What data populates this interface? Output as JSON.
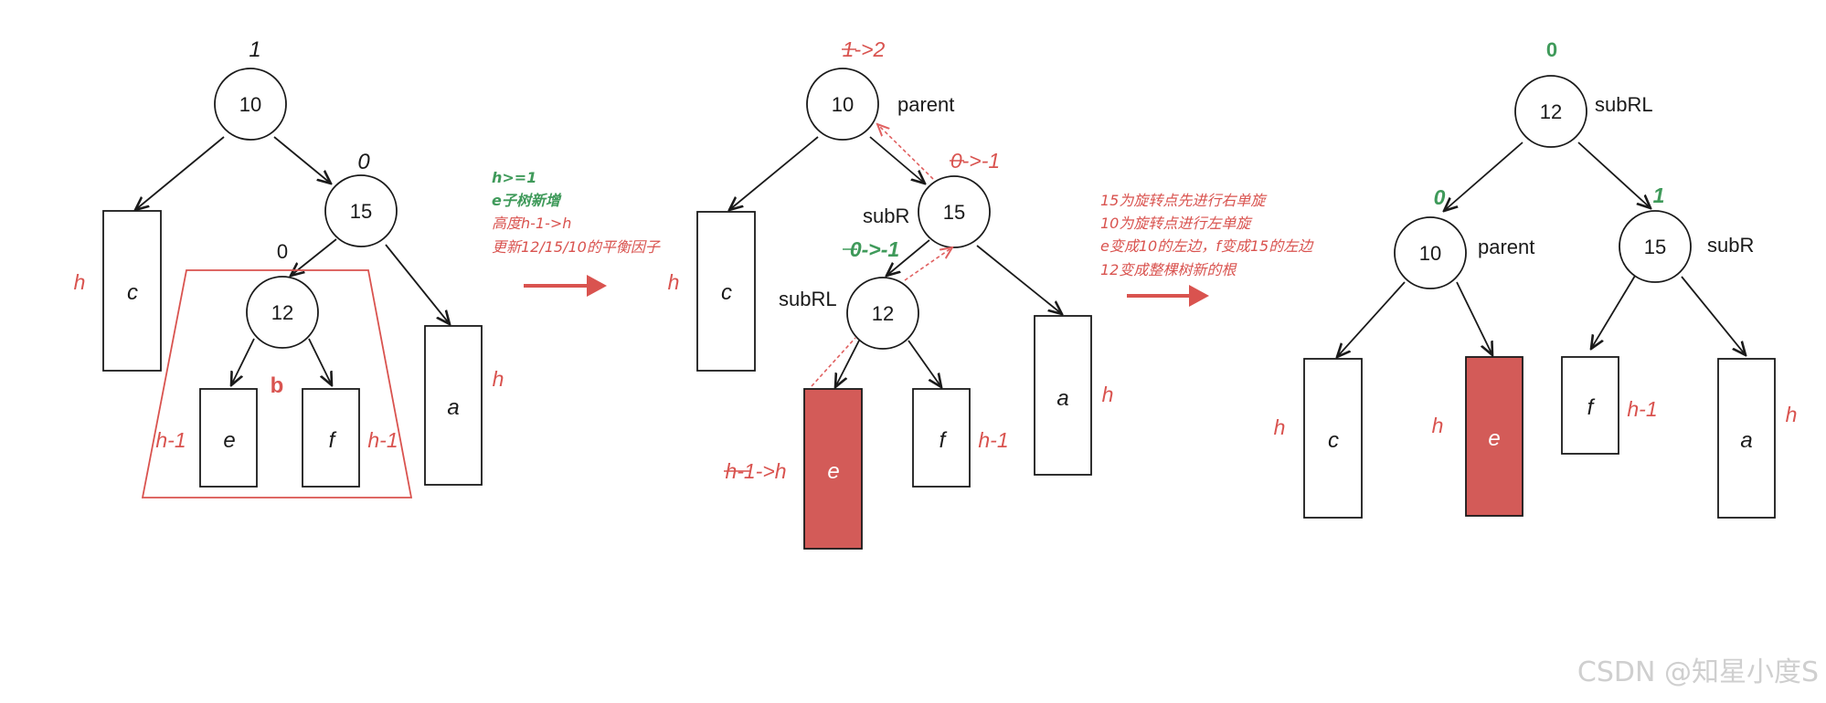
{
  "diagram1": {
    "bf_root": "1",
    "n10": "10",
    "bf_15": "0",
    "n15": "15",
    "bf_12": "0",
    "n12": "12",
    "c": "c",
    "h_c": "h",
    "e": "e",
    "f": "f",
    "h1_e": "h-1",
    "h1_f": "h-1",
    "b": "b",
    "a": "a",
    "h_a": "h"
  },
  "arrow1_notes": [
    "h>=1",
    "e子树新增",
    "高度h-1->h",
    "更新12/15/10的平衡因子"
  ],
  "diagram2": {
    "bf_root": "1->2",
    "n10": "10",
    "parent": "parent",
    "bf_15": "0->-1",
    "subR": "subR",
    "n15": "15",
    "bf_12": "0->-1",
    "subRL": "subRL",
    "n12": "12",
    "c": "c",
    "h_c": "h",
    "e": "e",
    "h_e": "h-1->h",
    "f": "f",
    "h1_f": "h-1",
    "a": "a",
    "h_a": "h"
  },
  "arrow2_notes": [
    "15为旋转点先进行右单旋",
    "10为旋转点进行左单旋",
    "e变成10的左边，f变成15的左边",
    "12变成整棵树新的根"
  ],
  "diagram3": {
    "bf_root": "0",
    "n12": "12",
    "subRL": "subRL",
    "bf_10": "0",
    "n10": "10",
    "parent": "parent",
    "bf_15": "1",
    "n15": "15",
    "subR": "subR",
    "c": "c",
    "h_c": "h",
    "e": "e",
    "h_e": "h",
    "f": "f",
    "h1_f": "h-1",
    "a": "a",
    "h_a": "h"
  },
  "watermark": "CSDN @知星小度S",
  "colors": {
    "red": "#d9534f",
    "red_fill": "#d35b58",
    "green": "#3f9a5a",
    "black": "#1a1a1a"
  }
}
